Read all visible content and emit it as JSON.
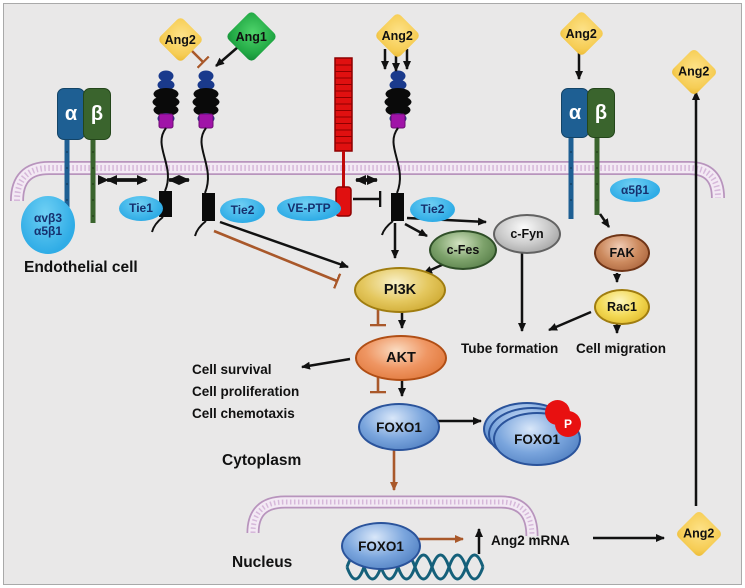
{
  "ligands": {
    "ang2": "Ang2",
    "ang1": "Ang1"
  },
  "receptors": {
    "alpha": "α",
    "beta": "β",
    "integrin_left_label_line1": "αvβ3",
    "integrin_left_label_line2": "α5β1",
    "integrin_right_label": "α5β1",
    "tie1": "Tie1",
    "tie2": "Tie2",
    "ve_ptp": "VE-PTP"
  },
  "signaling": {
    "pi3k": "PI3K",
    "akt": "AKT",
    "foxo1": "FOXO1",
    "phospho": "P",
    "c_fes": "c-Fes",
    "c_fyn": "c-Fyn",
    "fak": "FAK",
    "rac1": "Rac1"
  },
  "outcomes": {
    "cell_survival": "Cell survival",
    "cell_proliferation": "Cell proliferation",
    "cell_chemotaxis": "Cell chemotaxis",
    "tube_formation": "Tube formation",
    "cell_migration": "Cell migration",
    "ang2_mrna": "Ang2 mRNA"
  },
  "compartments": {
    "endothelial_cell": "Endothelial cell",
    "cytoplasm": "Cytoplasm",
    "nucleus": "Nucleus"
  },
  "colors": {
    "background": "#e9e8e8",
    "membrane_fill": "#f3e9f4",
    "membrane_edge": "#b894bd",
    "inhibition_brown": "#a9582a",
    "arrow_black": "#111111",
    "cyan_label": "#2face6",
    "ang2_yellow": "#f6cd55",
    "ang1_green": "#21a844",
    "ve_ptp_red": "#e01010",
    "dna_teal": "#15607a",
    "phospho_red": "#e81010"
  }
}
